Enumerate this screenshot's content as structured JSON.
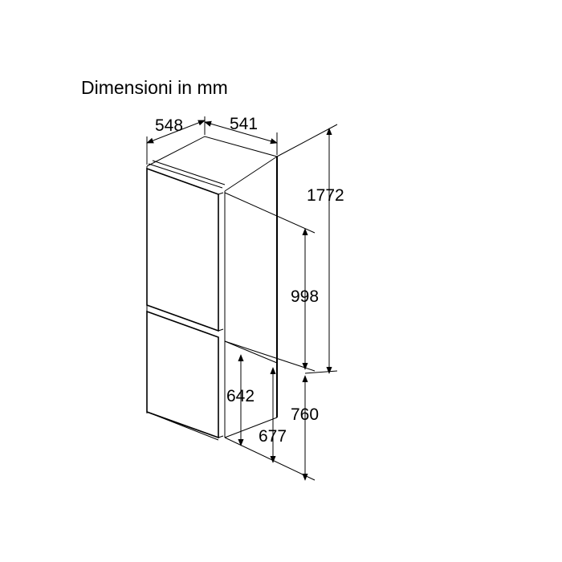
{
  "diagram": {
    "title": "Dimensioni in mm",
    "dims": {
      "depth": "548",
      "width": "541",
      "total_height": "1772",
      "upper_height": "998",
      "lower_door": "642",
      "lower_section": "677",
      "lower_height": "760"
    }
  }
}
